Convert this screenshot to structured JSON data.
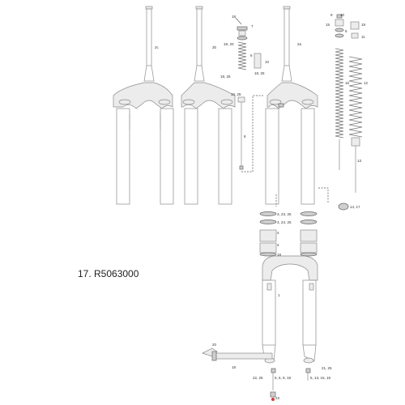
{
  "part_note": "17. R5063000",
  "callouts": {
    "c_2c": "2c",
    "c_2b": "2b",
    "c_2a": "2a",
    "c_1": "1",
    "c_7": "7",
    "c_10": "10",
    "c_11": "11",
    "c_12": "12",
    "c_13": "13",
    "c_14_17": "14, 17",
    "c_15": "15",
    "c_16": "16",
    "c_8": "8",
    "c_9": "9",
    "c_18": "18",
    "c_19": "19",
    "c_20": "20",
    "c_3": "3",
    "c_4": "4",
    "c_4b": "4",
    "c_18b": "18",
    "c_18_20": "18, 20",
    "c_18_25": "18, 25",
    "c_18_25b": "18, 25",
    "c_10_25": "10, 25",
    "c_3_23_25": "3, 23, 25",
    "c_3_24_25": "3, 24, 25",
    "c_21_25": "21, 25",
    "c_22_25": "22, 25",
    "c_5_6_9_18": "5, 6, 9, 18",
    "c_5_13_16_18": "5, 13, 16, 18",
    "c_23": "23",
    "c_18c": "18",
    "c_6": "6",
    "c_6b": "6",
    "c_10b": "10"
  },
  "colors": {
    "line": "#9a9a9a",
    "dash": "#555555",
    "marker": "#d83a3a"
  }
}
